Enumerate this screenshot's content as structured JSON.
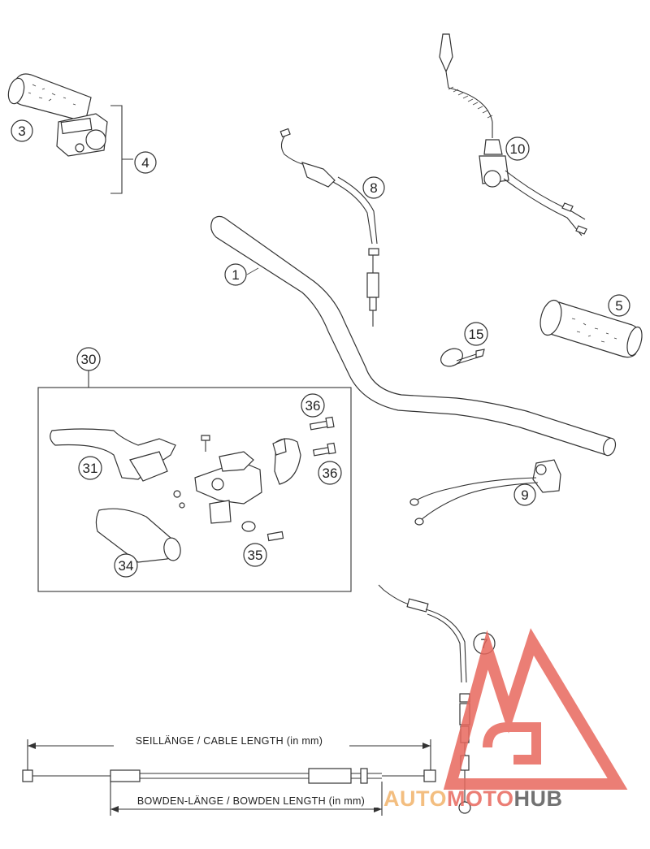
{
  "callouts": {
    "c1": "1",
    "c3": "3",
    "c4": "4",
    "c5": "5",
    "c7": "7",
    "c8": "8",
    "c9": "9",
    "c10": "10",
    "c15": "15",
    "c30": "30",
    "c31": "31",
    "c34": "34",
    "c35": "35",
    "c36a": "36",
    "c36b": "36"
  },
  "dimensions": {
    "cable_length": "SEILLÄNGE / CABLE LENGTH (in mm)",
    "bowden_length": "BOWDEN-LÄNGE / BOWDEN LENGTH (in mm)"
  },
  "watermark": {
    "part1": "AUTO",
    "part2": "MOTO",
    "part3": "HUB",
    "color_orange": "#f2b36b",
    "color_red": "#e8685e",
    "color_gray": "#5a5a5a"
  }
}
